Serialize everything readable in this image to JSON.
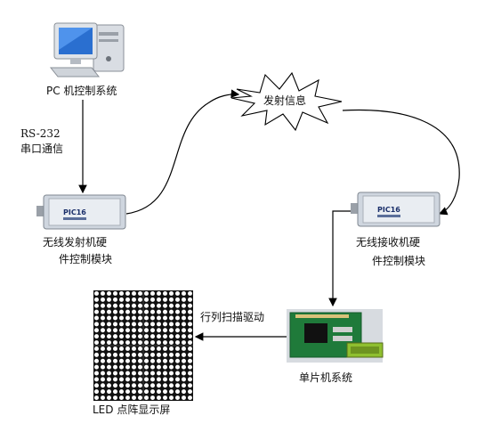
{
  "diagram": {
    "nodes": {
      "pc": {
        "label": "PC 机控制系统",
        "icon": "desktop-computer-icon"
      },
      "tx_module": {
        "label_line1": "无线发射机硬",
        "label_line2": "件控制模块",
        "device_text": "PIC16"
      },
      "wireless": {
        "label": "发射信息",
        "shape": "starburst"
      },
      "rx_module": {
        "label_line1": "无线接收机硬",
        "label_line2": "件控制模块",
        "device_text": "PIC16"
      },
      "mcu": {
        "label": "单片机系统"
      },
      "led": {
        "label": "LED 点阵显示屏",
        "dot_color": "#ffffff",
        "background": "#111111"
      }
    },
    "edges": {
      "pc_to_tx": {
        "label_line1": "RS-232",
        "label_line2": "串口通信"
      },
      "mcu_to_led": {
        "label": "行列扫描驱动"
      }
    },
    "colors": {
      "line": "#000000",
      "module_body": "#cfd6df",
      "pcb_green": "#1f7a3a",
      "lcd_green": "#8fbf2f"
    }
  }
}
